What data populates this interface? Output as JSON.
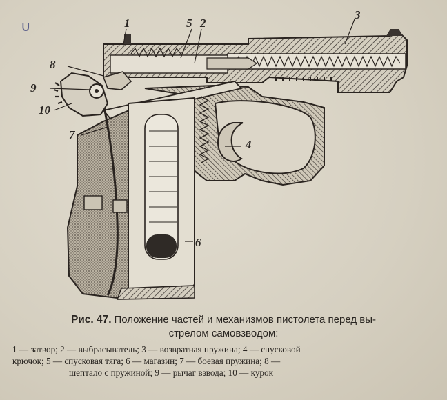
{
  "corner_mark": "∪",
  "labels": {
    "n1": "1",
    "n2": "2",
    "n3": "3",
    "n4": "4",
    "n5": "5",
    "n6": "6",
    "n7": "7",
    "n8": "8",
    "n9": "9",
    "n10": "10"
  },
  "caption": {
    "fig_number": "Рис. 47.",
    "line1": "Положение частей и механизмов пистолета перед вы-",
    "line2": "стрелом самовзводом:"
  },
  "legend": {
    "line1": "1 — затвор; 2 — выбрасыватель; 3 — возвратная пружина; 4 — спусковой",
    "line2": "крючок; 5 — спусковая тяга; 6 — магазин; 7 — боевая пружина; 8 —",
    "line3": "шептало с пружиной; 9 — рычаг взвода; 10 — курок"
  }
}
